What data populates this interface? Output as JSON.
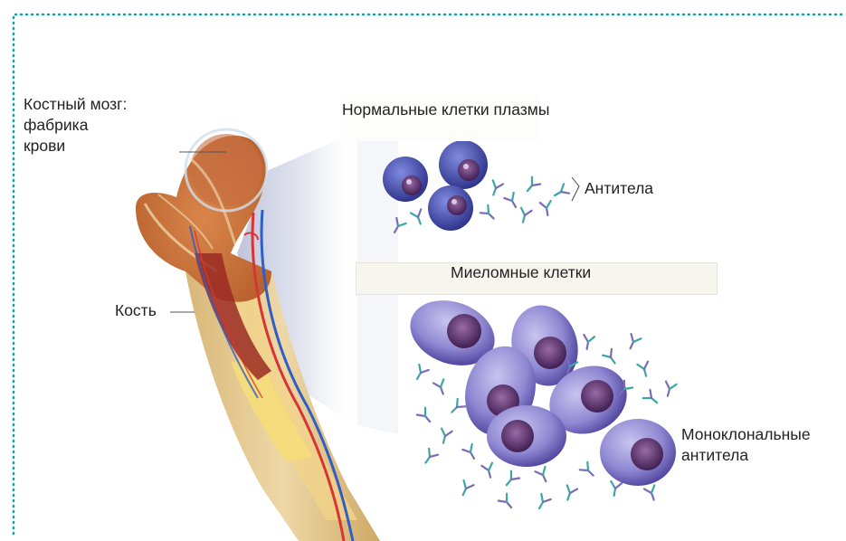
{
  "labels": {
    "marrow_line1": "Костный мозг:",
    "marrow_line2": "фабрика",
    "marrow_line3": "крови",
    "bone": "Кость",
    "normal_plasma": "Нормальные клетки плазмы",
    "antibodies": "Антитела",
    "myeloma": "Миеломные клетки",
    "mono_line1": "Моноклональные",
    "mono_line2": "антитела"
  },
  "colors": {
    "border_dots": "#1a9e9e",
    "bone_fill": "#e6cfa3",
    "marrow_red": "#a8322a",
    "artery": "#d93434",
    "vein": "#2f5ec4",
    "normal_cell": "#4a56b3",
    "myeloma_cell": "#8d87cf",
    "nucleus": "#5b2d6b",
    "antibody_teal": "#3aa6a6",
    "antibody_purple": "#7a6bb6"
  }
}
